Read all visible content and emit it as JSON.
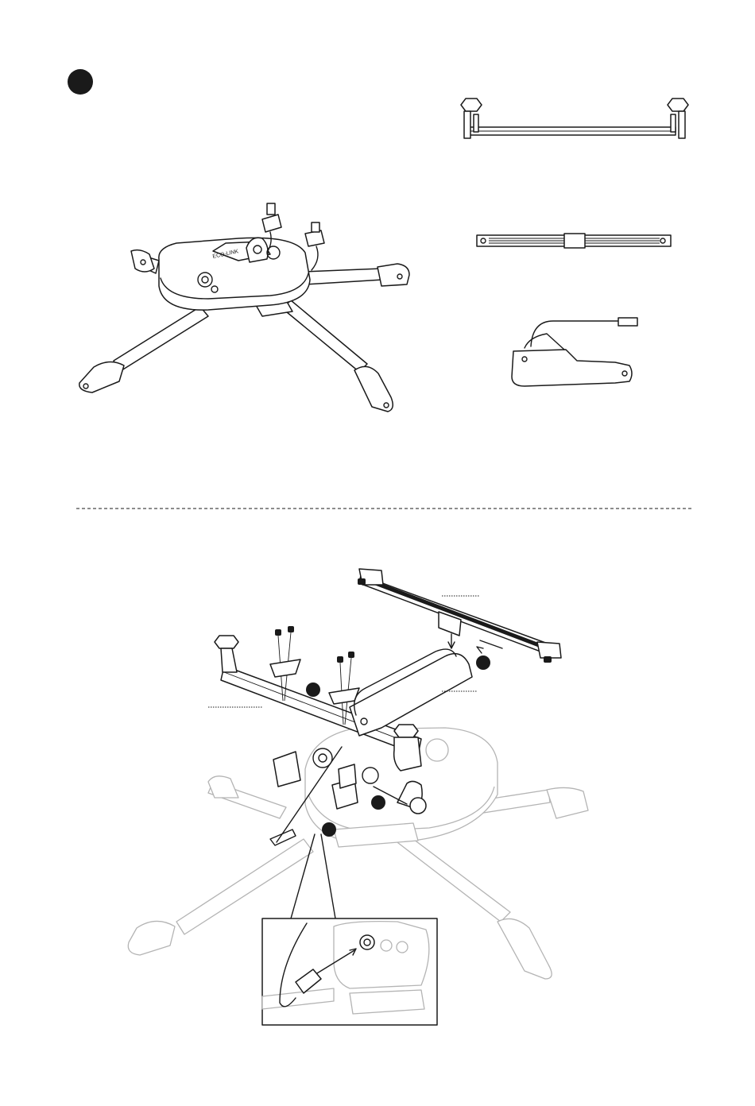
{
  "diagram": {
    "section_marker_top": {
      "icon": "filled-circle-step-marker"
    },
    "step_markers": [
      {
        "icon": "filled-circle-step-marker"
      },
      {
        "icon": "filled-circle-step-marker"
      },
      {
        "icon": "filled-circle-step-marker"
      },
      {
        "icon": "filled-circle-step-marker"
      }
    ],
    "colors": {
      "ink": "#1a1a1a",
      "ghost": "#b4b4b4",
      "paper": "#ffffff"
    }
  }
}
